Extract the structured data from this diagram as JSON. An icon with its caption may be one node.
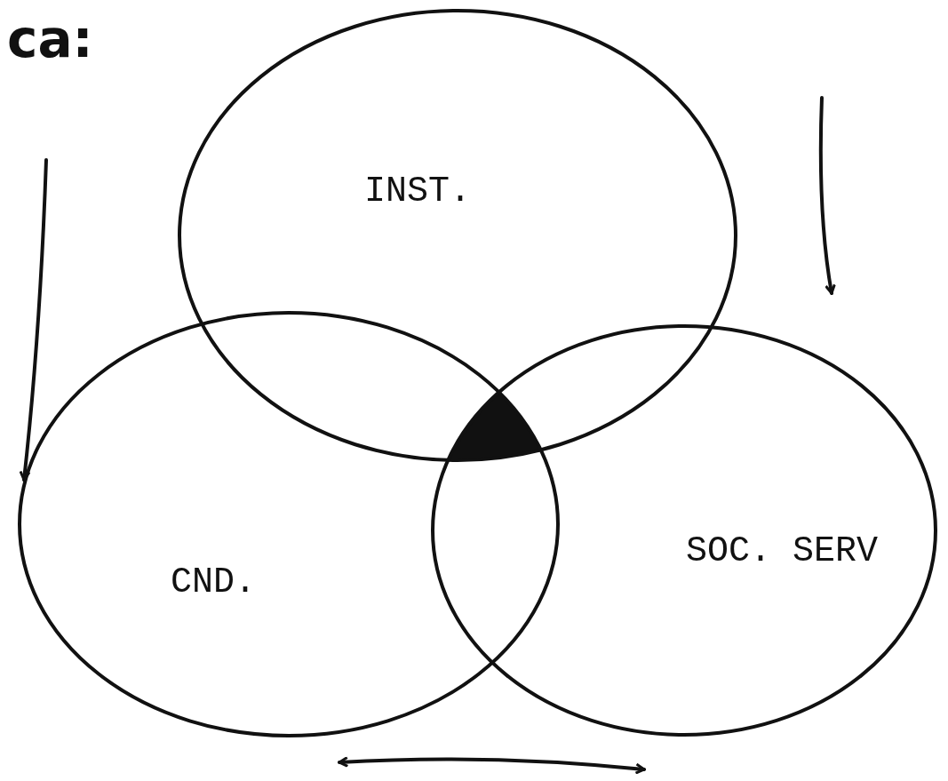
{
  "diagram": {
    "nodes": [
      {
        "text": [
          "INST."
        ]
      },
      {
        "text": [
          "CND."
        ]
      },
      {
        "text": [
          "SOC. SERV"
        ]
      }
    ],
    "labels": [
      "ca:"
    ]
  }
}
